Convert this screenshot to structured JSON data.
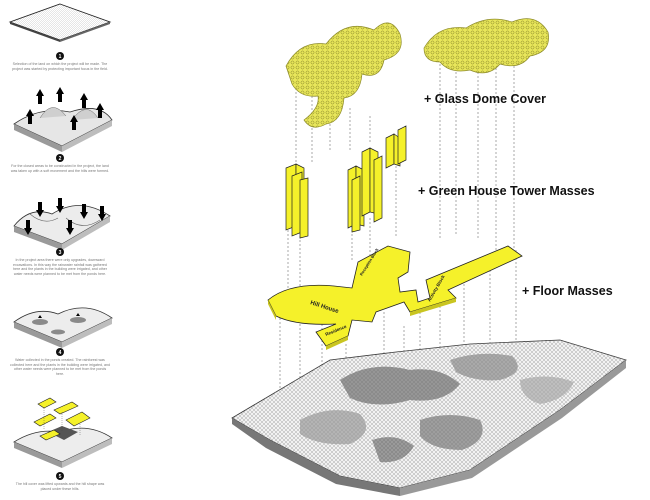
{
  "steps": [
    {
      "number": "1",
      "text": "Selection of the land on which the project will be made. The project was started by protecting important focus in the field."
    },
    {
      "number": "2",
      "text": "For the closed areas to be constructed in the project, the land was taken up with a soft movement and the hills were formed."
    },
    {
      "number": "3",
      "text": "In the project area there were only upgrades, downward excavations. In this way the rainwater rainfall was gathered here and the plants in the building were irrigated, and other water needs were planned to be met from the ponds here."
    },
    {
      "number": "4",
      "text": "Water collected in the ponds created. The rainforest was collected here and the plants in the building were irrigated, and other water needs were planned to be met from the ponds here."
    },
    {
      "number": "5",
      "text": "The hill cover was lifted upwards and the hill shape was placed under these hills."
    }
  ],
  "layers": {
    "glass_dome": "+ Glass Dome Cover",
    "tower_masses": "+ Green House Tower Masses",
    "floor_masses": "+ Floor Masses"
  },
  "mass_labels": {
    "hill_house": "Hill House",
    "reception": "Reception Block",
    "residence": "Residence",
    "activity": "Activity Block"
  },
  "colors": {
    "accent_yellow": "#f5f12a",
    "dome_yellow": "#e8e65a",
    "outline": "#222222",
    "terrain_gray": "#bdbdbd"
  }
}
